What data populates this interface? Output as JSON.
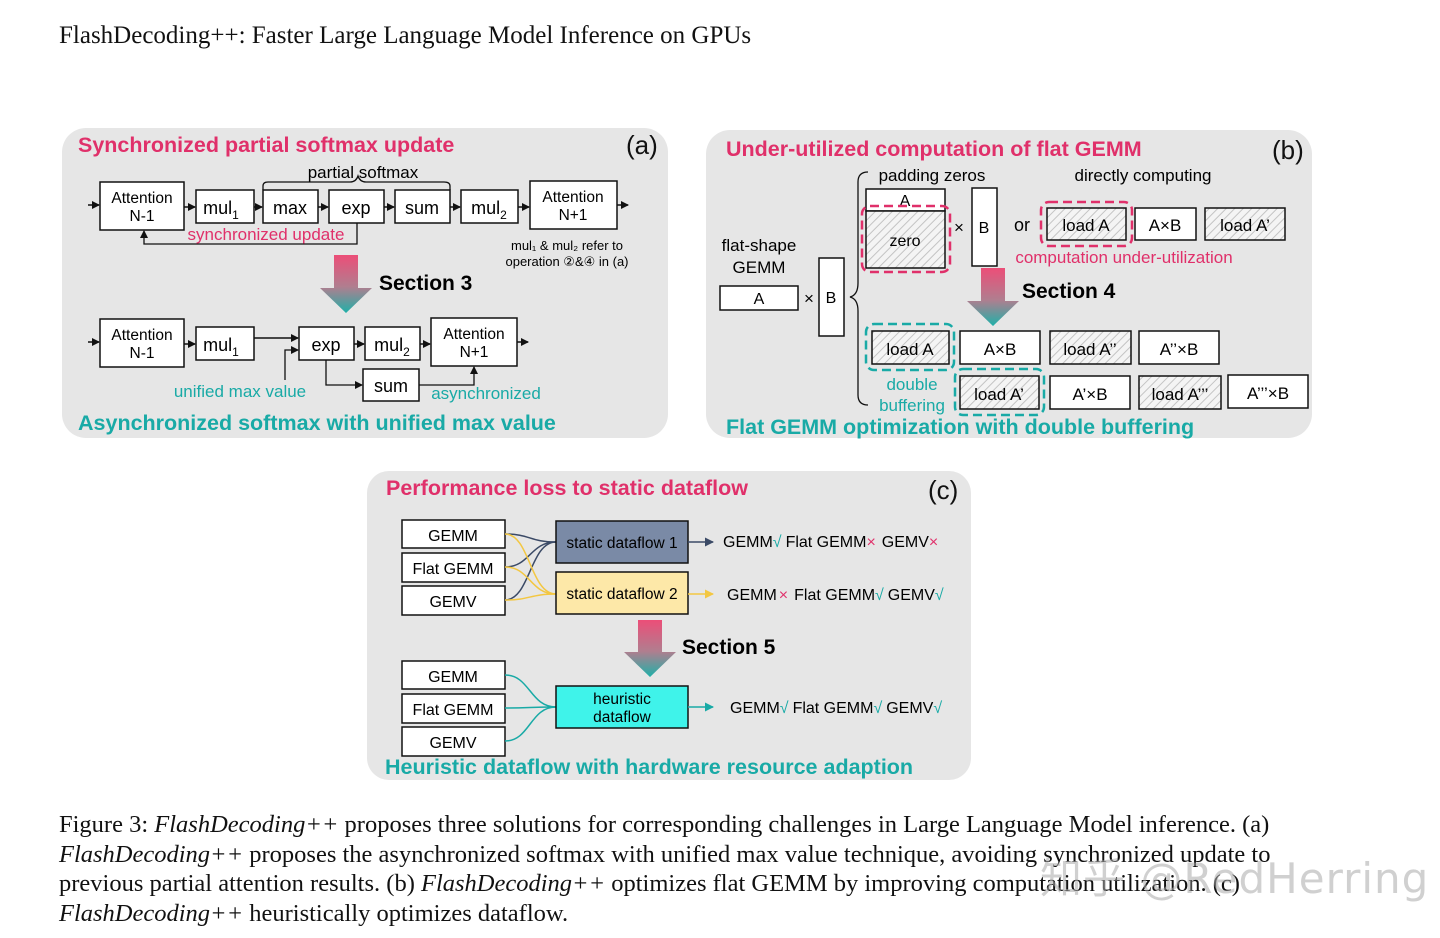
{
  "page": {
    "title": "FlashDecoding++: Faster Large Language Model Inference on GPUs"
  },
  "colors": {
    "panel_bg": "#e6e6e6",
    "red": "#e0306a",
    "teal": "#19aaa6",
    "navy_box": "#7a8aa6",
    "yellow_box": "#fde8a8",
    "cyan_box": "#3ff3ea"
  },
  "panel_a": {
    "tag": "(a)",
    "title": "Synchronized partial softmax update",
    "bottom_title": "Asynchronized softmax with unified max value",
    "attention_prev_1": "Attention",
    "attention_prev_2": "N-1",
    "attention_next_1": "Attention",
    "attention_next_2": "N+1",
    "mul1": "mul",
    "mul2": "mul",
    "sub1": "1",
    "sub2": "2",
    "max": "max",
    "exp": "exp",
    "sum": "sum",
    "partial_softmax": "partial softmax",
    "sync_update": "synchronized update",
    "note_line1": "mul₁ & mul₂ refer to",
    "note_line2": "operation ②&④ in (a)",
    "section": "Section 3",
    "unified_max": "unified max value",
    "asynchronized": "asynchronized"
  },
  "panel_b": {
    "tag": "(b)",
    "title": "Under-utilized computation of flat GEMM",
    "bottom_title": "Flat GEMM optimization with double buffering",
    "flat_shape_1": "flat-shape",
    "flat_shape_2": "GEMM",
    "a": "A",
    "b": "B",
    "times": "×",
    "padding_zeros": "padding zeros",
    "zero": "zero",
    "or": "or",
    "directly_computing": "directly computing",
    "load_a": "load A",
    "a_times_b": "A×B",
    "load_a_prime": "load A’",
    "under_util": "computation under-utilization",
    "section": "Section 4",
    "load_a_dprime": "load A’’",
    "a_dprime_times_b": "A’’×B",
    "a_prime_times_b": "A’×B",
    "load_a_tprime": "load A’’’",
    "a_tprime_times_b": "A’’’×B",
    "double_1": "double",
    "double_2": "buffering"
  },
  "panel_c": {
    "tag": "(c)",
    "title": "Performance loss to static dataflow",
    "bottom_title": "Heuristic dataflow with hardware resource adaption",
    "gemm": "GEMM",
    "flat_gemm": "Flat GEMM",
    "gemv": "GEMV",
    "static1": "static dataflow 1",
    "static2": "static dataflow 2",
    "heuristic_1": "heuristic",
    "heuristic_2": "dataflow",
    "check": "√",
    "cross": "×",
    "section": "Section 5"
  },
  "caption": {
    "fig": "Figure 3:",
    "name": "FlashDecoding++",
    "s1": "proposes three solutions for corresponding challenges in Large Language Model inference.",
    "a_lbl": "(a)",
    "s2": "proposes the asynchronized softmax with unified max value technique, avoiding synchronized update to previous partial attention results.",
    "b_lbl": "(b)",
    "s3": "optimizes flat GEMM by improving computation utilization.",
    "c_lbl": "(c)",
    "s4": "heuristically optimizes dataflow."
  },
  "watermark": "知乎 @RedHerring"
}
